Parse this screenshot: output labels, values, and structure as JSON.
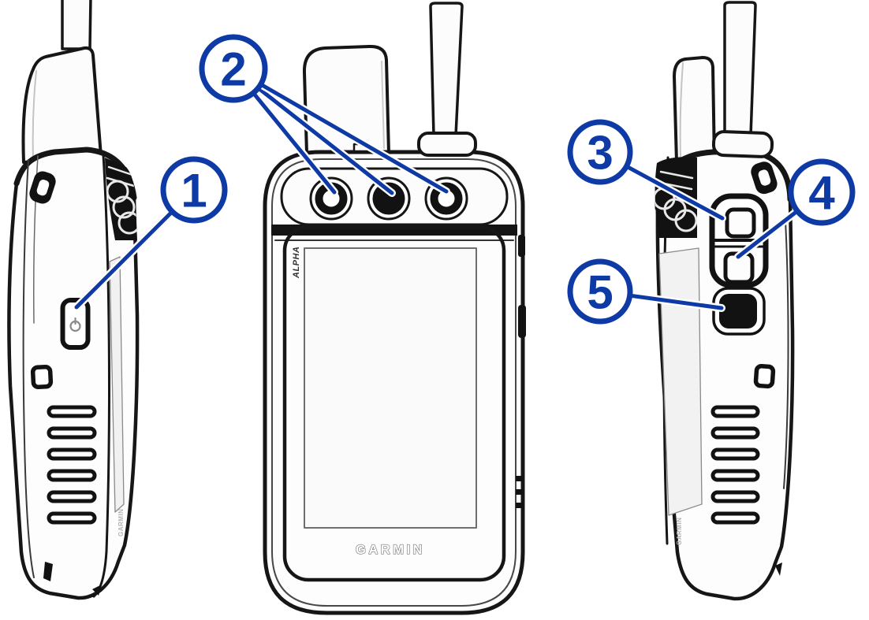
{
  "labels": {
    "front_model": "ALPHA",
    "front_brand": "GARMIN",
    "left_side_brand": "GARMIN",
    "right_side_brand": "GARMIN"
  },
  "callouts": [
    {
      "number": "1",
      "target": "power-key"
    },
    {
      "number": "2",
      "target": "top-keys"
    },
    {
      "number": "3",
      "target": "upper-side-key"
    },
    {
      "number": "4",
      "target": "middle-side-key"
    },
    {
      "number": "5",
      "target": "lower-side-key"
    }
  ],
  "colors": {
    "callout_blue": "#0e3aa5",
    "art_black": "#161616"
  }
}
